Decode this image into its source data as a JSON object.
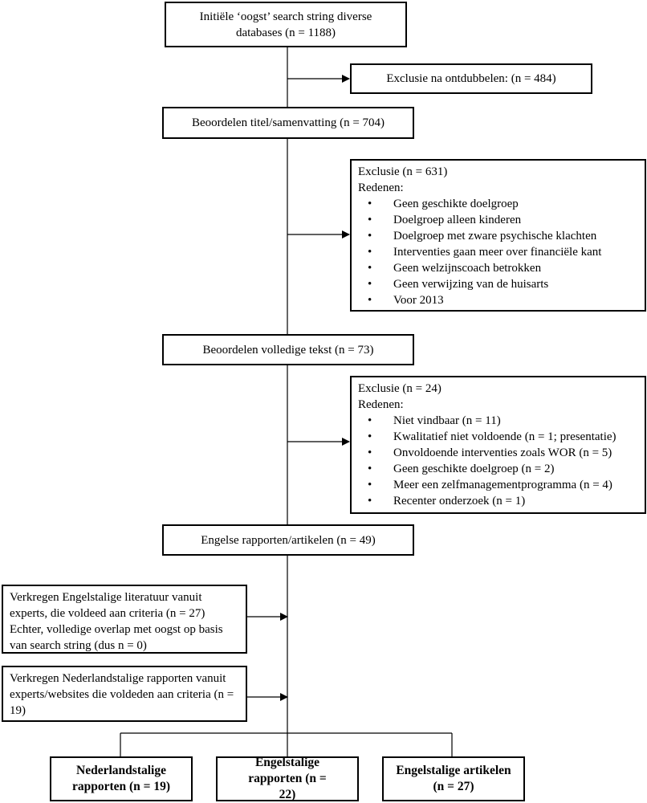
{
  "boxes": {
    "initial": "Initiële ‘oogst’ search string diverse databases (n = 1188)",
    "dedup_exclusion": "Exclusie na ontdubbelen: (n = 484)",
    "title_abstract": "Beoordelen titel/samenvatting (n = 704)",
    "exclusion_1": {
      "header": "Exclusie (n = 631)",
      "reasons_label": "Redenen:",
      "reasons": [
        "Geen geschikte doelgroep",
        "Doelgroep alleen kinderen",
        "Doelgroep met zware psychische klachten",
        "Interventies gaan meer over financiële kant",
        "Geen welzijnscoach betrokken",
        "Geen verwijzing van de huisarts",
        "Voor 2013"
      ]
    },
    "full_text": "Beoordelen volledige tekst (n = 73)",
    "exclusion_2": {
      "header": "Exclusie (n = 24)",
      "reasons_label": "Redenen:",
      "reasons": [
        "Niet vindbaar (n = 11)",
        "Kwalitatief niet voldoende (n = 1; presentatie)",
        "Onvoldoende interventies zoals WOR (n = 5)",
        "Geen geschikte doelgroep (n = 2)",
        "Meer een zelfmanagementprogramma (n = 4)",
        "Recenter onderzoek (n = 1)"
      ]
    },
    "english_reports": "Engelse rapporten/artikelen (n = 49)",
    "experts_english": "Verkregen Engelstalige literatuur vanuit experts, die voldeed aan criteria (n = 27) Echter, volledige overlap met oogst op basis van search string (dus n = 0)",
    "experts_dutch": "Verkregen Nederlandstalige rapporten vanuit experts/websites die voldeden aan criteria (n = 19)",
    "final": {
      "dutch_reports": "Nederlandstalige rapporten (n = 19)",
      "english_reports": "Engelstalige rapporten (n = 22)",
      "english_articles": "Engelstalige artikelen (n = 27)"
    }
  }
}
